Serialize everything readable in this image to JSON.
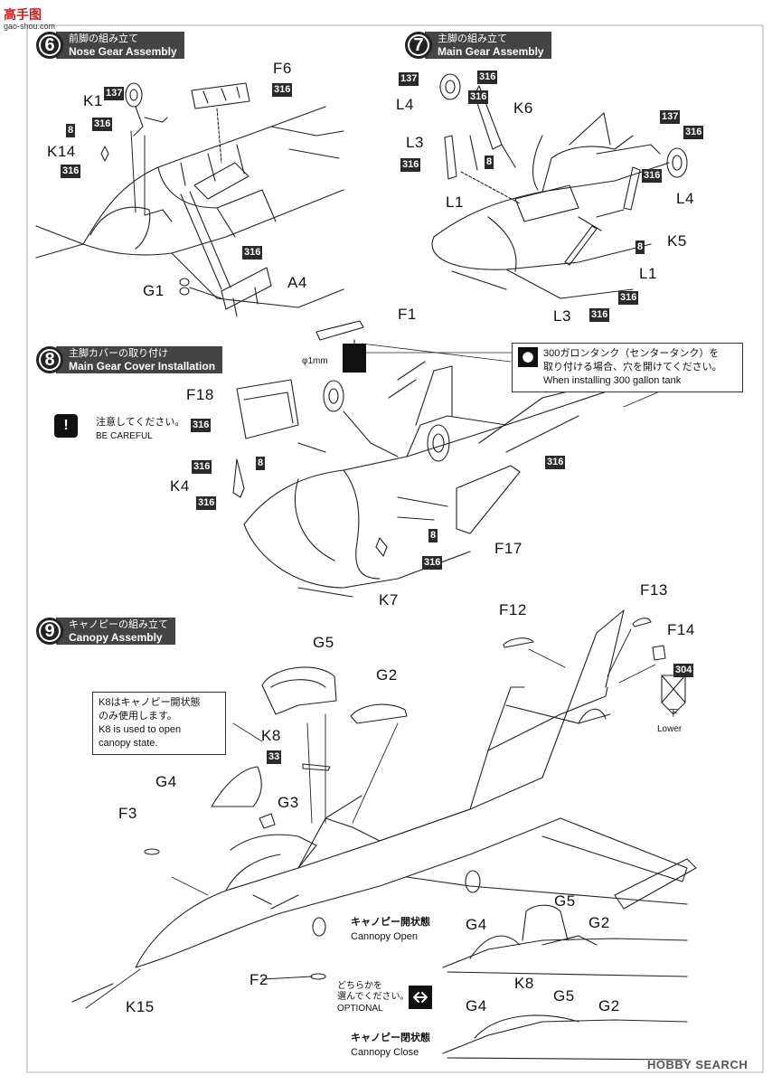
{
  "logo": {
    "text": "高手图",
    "url": "gao-shou.com"
  },
  "steps": {
    "s6": {
      "num": "6",
      "jp": "前脚の組み立て",
      "en": "Nose Gear Assembly"
    },
    "s7": {
      "num": "7",
      "jp": "主脚の組み立て",
      "en": "Main Gear Assembly"
    },
    "s8": {
      "num": "8",
      "jp": "主脚カバーの取り付け",
      "en": "Main Gear Cover Installation"
    },
    "s9": {
      "num": "9",
      "jp": "キャノピーの組み立て",
      "en": "Canopy Assembly"
    }
  },
  "parts": {
    "K1": "K1",
    "K14": "K14",
    "F6": "F6",
    "A4": "A4",
    "G1": "G1",
    "L3": "L3",
    "L4": "L4",
    "K6": "K6",
    "L1": "L1",
    "K5": "K5",
    "F1": "F1",
    "F18": "F18",
    "K4": "K4",
    "F17": "F17",
    "K7": "K7",
    "G5": "G5",
    "G2": "G2",
    "K8": "K8",
    "G4": "G4",
    "G3": "G3",
    "F3": "F3",
    "F12": "F12",
    "F13": "F13",
    "F14": "F14",
    "F2": "F2",
    "K15": "K15"
  },
  "colors": {
    "c137": "137",
    "c316": "316",
    "c8": "8",
    "c33": "33",
    "c304": "304"
  },
  "drill": {
    "size": "φ1mm"
  },
  "tank_note": {
    "jp1": "300ガロンタンク（センタータンク）を",
    "jp2": "取り付ける場合、穴を開けてください。",
    "en": "When installing 300 gallon tank"
  },
  "careful": {
    "jp": "注意してください。",
    "en": "BE CAREFUL"
  },
  "k8_note": {
    "jp1": "K8はキャノピー開状態",
    "jp2": "のみ使用します。",
    "en1": "K8 is used to open",
    "en2": "canopy state."
  },
  "lower": {
    "jp": "下",
    "en": "Lower"
  },
  "canopy_open": {
    "jp": "キャノピー開状態",
    "en": "Cannopy Open"
  },
  "canopy_close": {
    "jp": "キャノピー閉状態",
    "en": "Cannopy Close"
  },
  "optional": {
    "jp1": "どちらかを",
    "jp2": "選んでください。",
    "en": "OPTIONAL"
  },
  "watermark": "HOBBY SEARCH"
}
